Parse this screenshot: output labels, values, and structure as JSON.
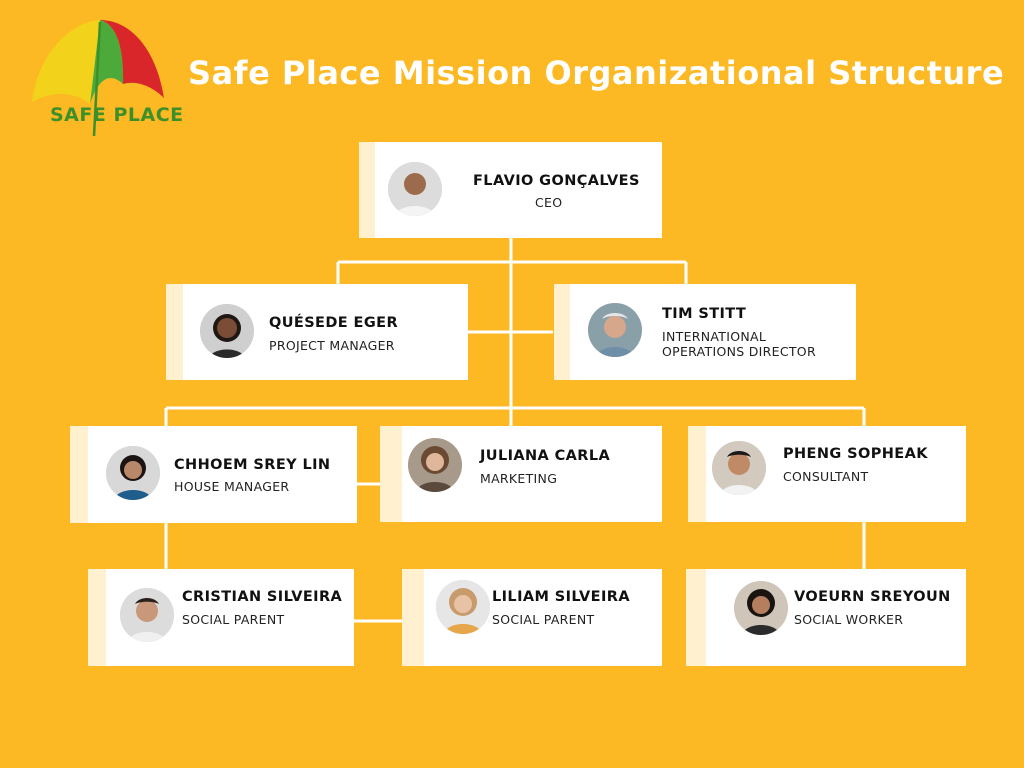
{
  "title": "Safe Place Mission Organizational Structure",
  "logo": {
    "text": "SAFE PLACE",
    "icon": "umbrella-icon"
  },
  "colors": {
    "background": "#fcb923",
    "card": "#ffffff",
    "card_accent": "#fff1cf",
    "title": "#ffffff",
    "connector": "#ffffff"
  },
  "members": {
    "ceo": {
      "name": "FLAVIO GONÇALVES",
      "role": "CEO"
    },
    "project_manager": {
      "name": "QUÉSEDE EGER",
      "role": "PROJECT MANAGER"
    },
    "operations_director": {
      "name": "TIM STITT",
      "role": "INTERNATIONAL OPERATIONS DIRECTOR"
    },
    "house_manager": {
      "name": "CHHOEM SREY LIN",
      "role": "HOUSE MANAGER"
    },
    "marketing": {
      "name": "JULIANA CARLA",
      "role": "MARKETING"
    },
    "consultant": {
      "name": "PHENG SOPHEAK",
      "role": "CONSULTANT"
    },
    "social_parent_1": {
      "name": "CRISTIAN SILVEIRA",
      "role": "SOCIAL PARENT"
    },
    "social_parent_2": {
      "name": "LILIAM SILVEIRA",
      "role": "SOCIAL PARENT"
    },
    "social_worker": {
      "name": "VOEURN SREYOUN",
      "role": "SOCIAL WORKER"
    }
  }
}
